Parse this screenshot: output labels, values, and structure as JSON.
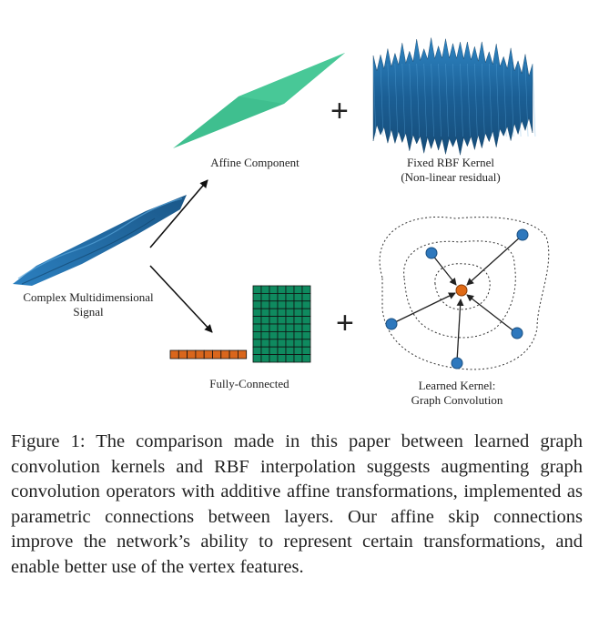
{
  "figure": {
    "signal_label_line1": "Complex Multidimensional",
    "signal_label_line2": "Signal",
    "affine_label": "Affine Component",
    "rbf_label_line1": "Fixed RBF Kernel",
    "rbf_label_line2": "(Non-linear residual)",
    "fc_label": "Fully-Connected",
    "learned_label_line1": "Learned Kernel:",
    "learned_label_line2": "Graph Convolution",
    "plus_symbol": "+",
    "colors": {
      "affine_plane": "#3fbf8f",
      "rbf_surface": "#1f6fa8",
      "weight_matrix": "#0f8a5f",
      "bias_vector": "#d9661c",
      "graph_node": "#2e78bd",
      "center_node": "#e06a16"
    }
  },
  "caption": "Figure 1: The comparison made in this paper between learned graph convolution kernels and RBF interpolation suggests augmenting graph convolution operators with additive affine transformations, implemented as parametric connections between layers. Our affine skip connections improve the network’s ability to represent certain transformations, and enable better use of the vertex features."
}
